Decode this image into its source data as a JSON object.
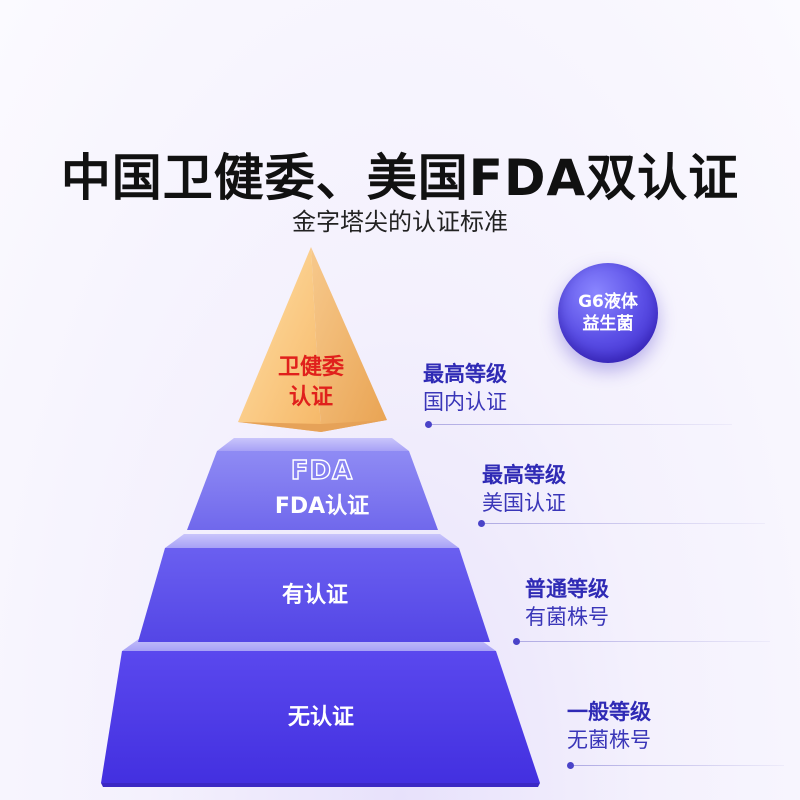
{
  "header": {
    "title": "中国卫健委、美国FDA双认证",
    "subtitle": "金字塔尖的认证标准"
  },
  "badge": {
    "line1": "G6液体",
    "line2": "益生菌"
  },
  "pyramid": {
    "tier1": {
      "line1": "卫健委",
      "line2": "认证"
    },
    "tier2": {
      "logo": "FDA",
      "label": "FDA认证"
    },
    "tier3": {
      "label": "有认证"
    },
    "tier4": {
      "label": "无认证"
    }
  },
  "levels": [
    {
      "line1": "最高等级",
      "line2": "国内认证"
    },
    {
      "line1": "最高等级",
      "line2": "美国认证"
    },
    {
      "line1": "普通等级",
      "line2": "有菌株号"
    },
    {
      "line1": "一般等级",
      "line2": "无菌株号"
    }
  ],
  "colors": {
    "apex": "#f5c27a",
    "apex_text": "#e0201c",
    "purple_top": "#8b86f2",
    "purple_deep": "#4a34e0",
    "level_text": "#2f2ab5"
  }
}
